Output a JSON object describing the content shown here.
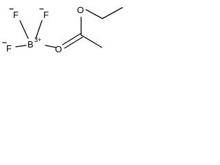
{
  "molecule": {
    "atoms": {
      "fluorine_top_left": "F",
      "fluorine_top_right": "F",
      "fluorine_bottom_left": "F",
      "boron": "B",
      "boron_charge": "3+",
      "oxygen_coordinated": "O",
      "oxygen_ether": "O"
    }
  }
}
